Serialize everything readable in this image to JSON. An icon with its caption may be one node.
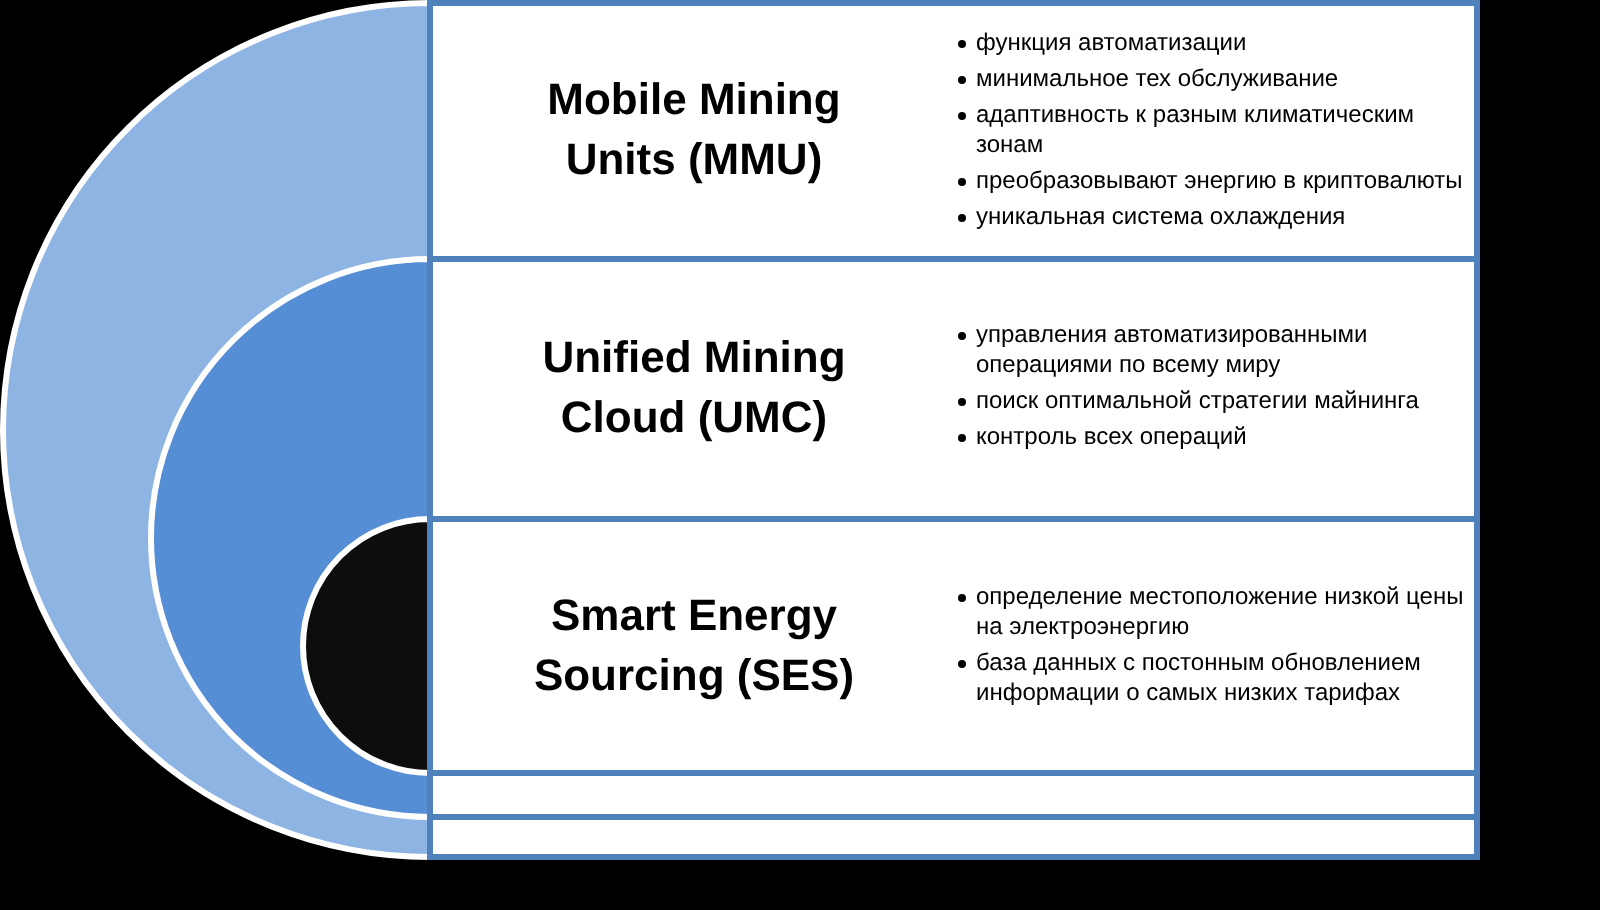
{
  "diagram": {
    "nodes": [
      {
        "text": [
          "Mobile Mining Units (MMU)",
          "функция автоматизации",
          "минимальное тех обслуживание",
          "адаптивность к разным климатическим зонам",
          "преобразовывают энергию в криптовалюты",
          "уникальная система охлаждения"
        ]
      },
      {
        "text": [
          "Unified Mining Cloud (UMC)",
          "управления автоматизированными операциями по всему миру",
          "поиск оптимальной стратегии майнинга",
          "контроль всех операций"
        ],
        "in": 0
      },
      {
        "text": [
          "Smart Energy Sourcing (SES)",
          "определение местоположение низкой цены на электроэнергию",
          "база данных с постонным обновлением информации о самых низких тарифах"
        ],
        "in": 1
      }
    ]
  }
}
